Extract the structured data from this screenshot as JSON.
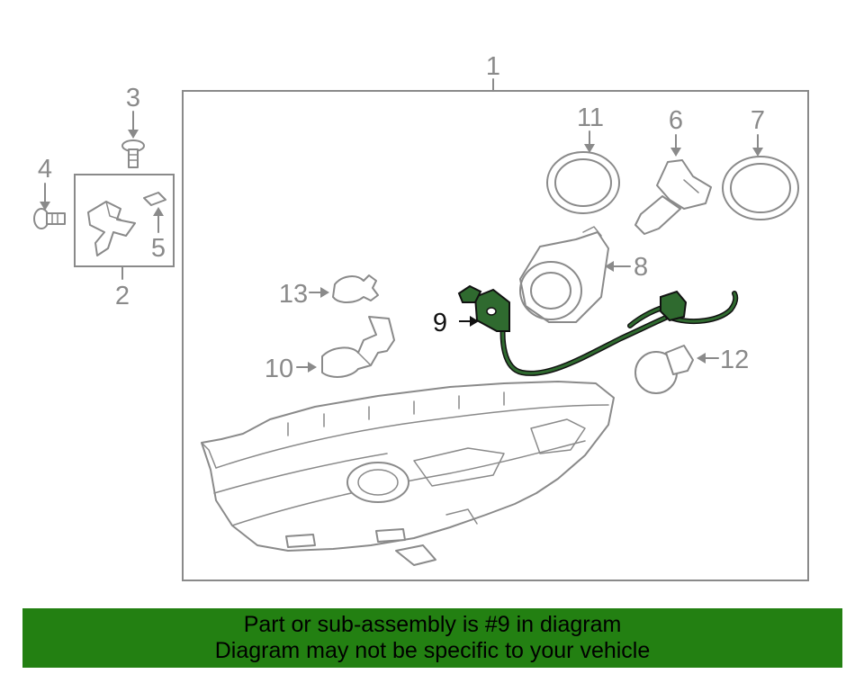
{
  "callouts": {
    "c1": "1",
    "c2": "2",
    "c3": "3",
    "c4": "4",
    "c5": "5",
    "c6": "6",
    "c7": "7",
    "c8": "8",
    "c9": "9",
    "c10": "10",
    "c11": "11",
    "c12": "12",
    "c13": "13"
  },
  "highlighted_part": "9",
  "colors": {
    "line": "#8a8a8a",
    "highlight_part": "#2f6a2f",
    "banner_bg": "#238012",
    "banner_text": "#000000"
  },
  "banner": {
    "line1": "Part or sub-assembly is #9 in diagram",
    "line2": "Diagram may not be specific to your vehicle"
  }
}
